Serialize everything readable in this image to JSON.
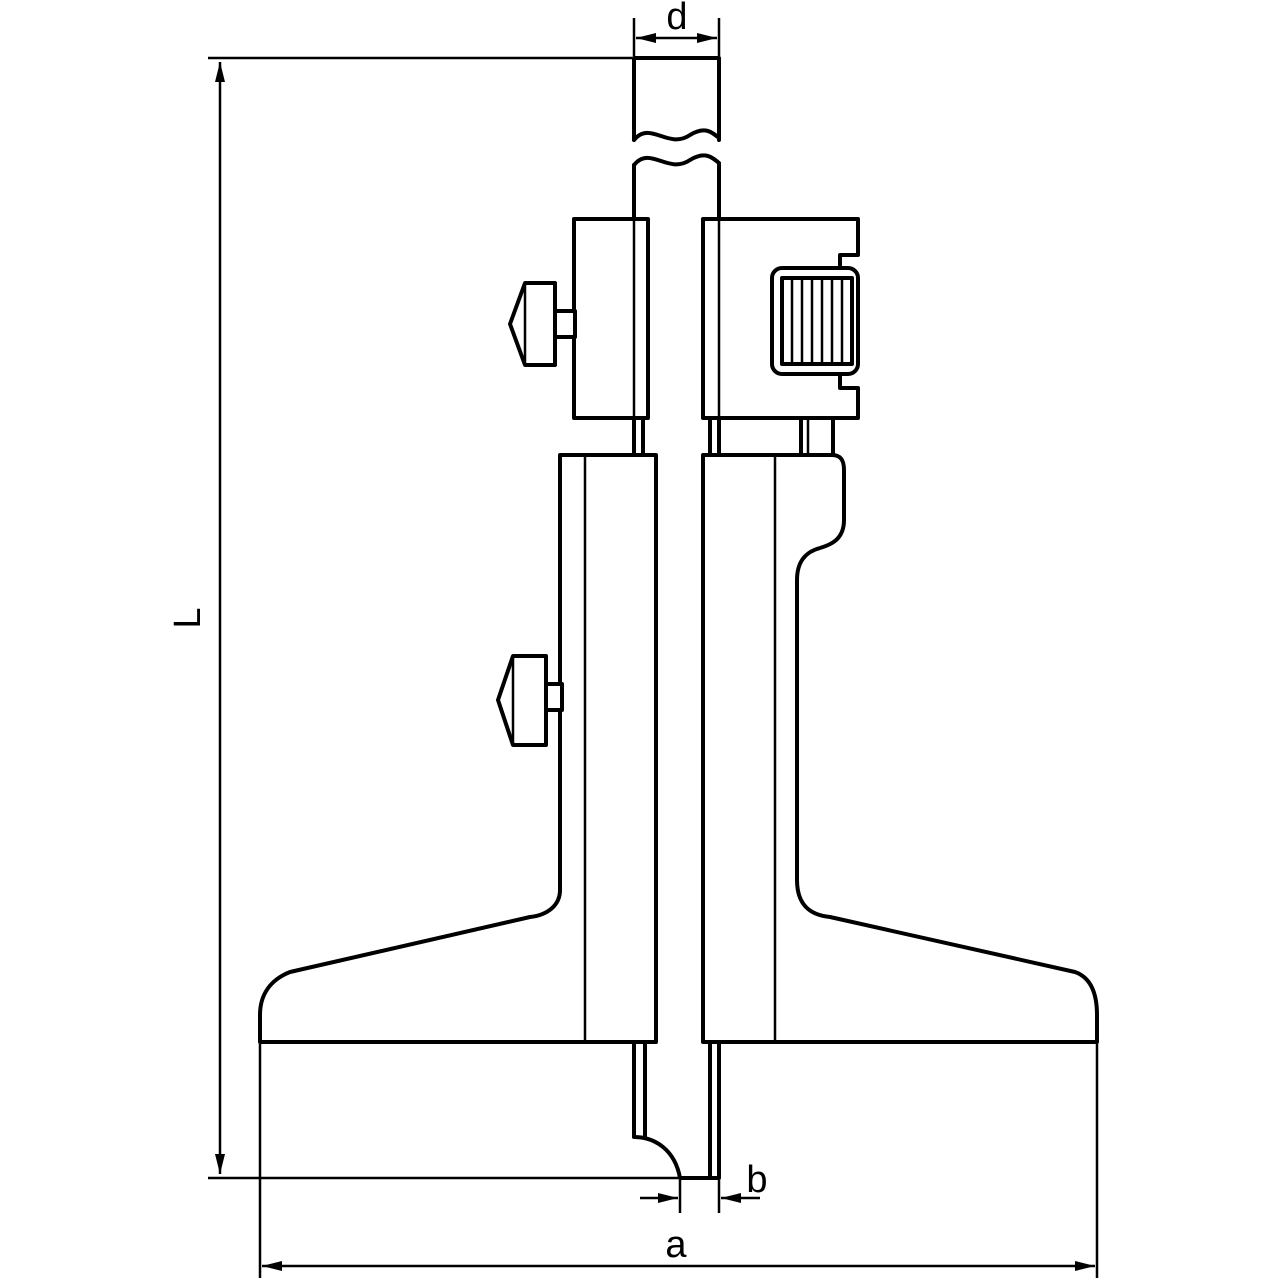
{
  "diagram": {
    "labels": {
      "length": "L",
      "diameter": "d",
      "base_width": "a",
      "tip_width": "b"
    },
    "colors": {
      "stroke": "#000000",
      "background": "#ffffff"
    }
  }
}
